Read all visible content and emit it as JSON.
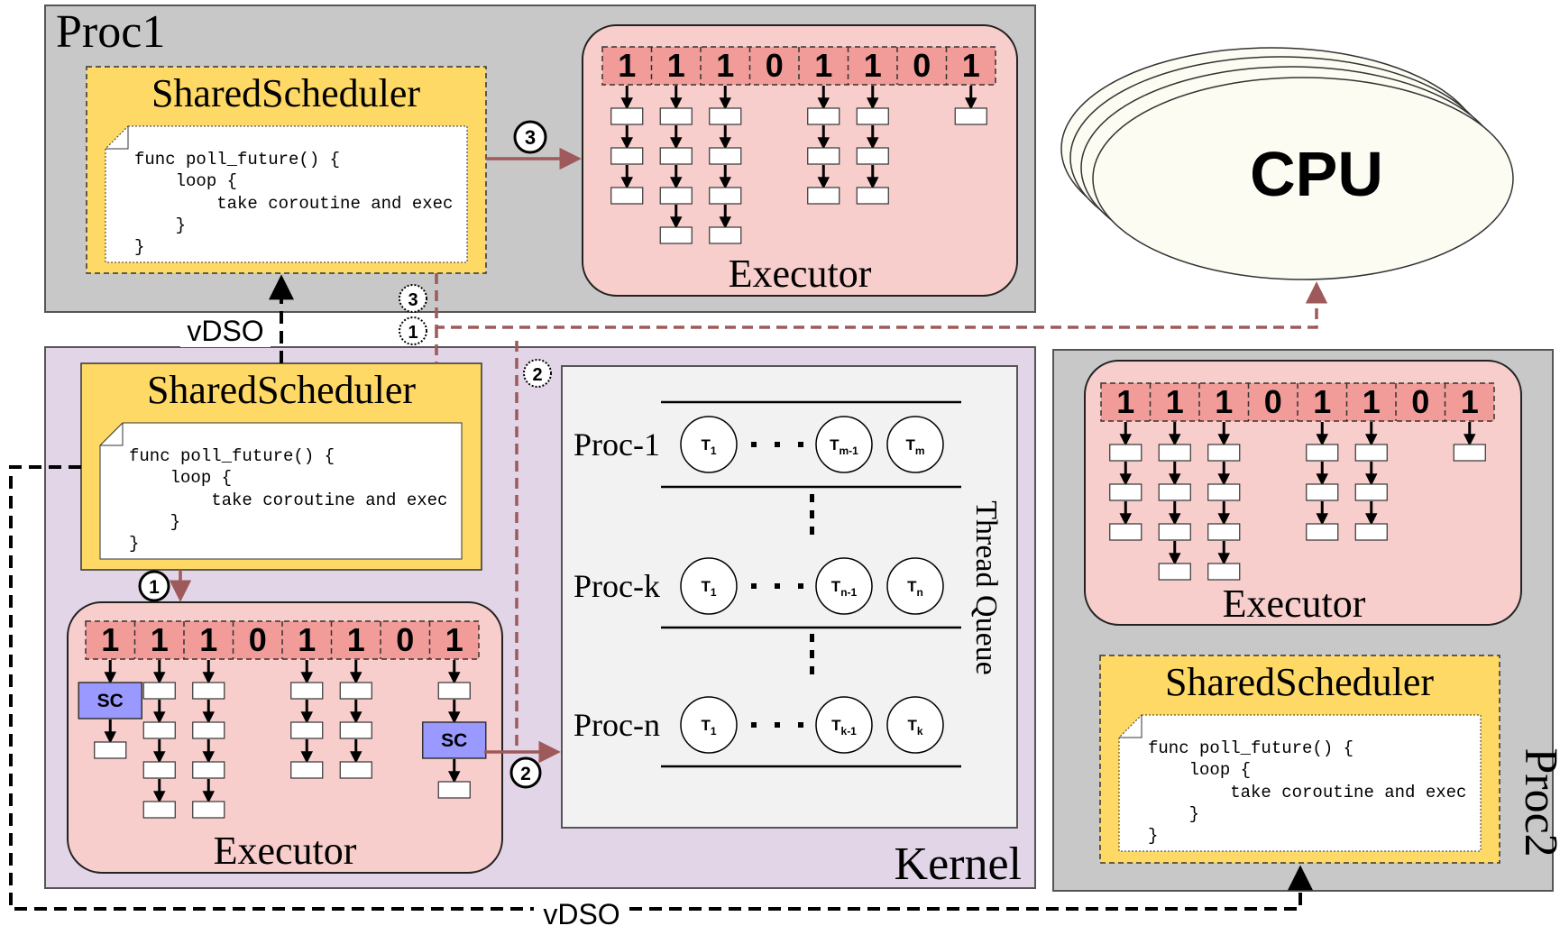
{
  "proc1": {
    "label": "Proc1"
  },
  "proc2": {
    "label": "Proc2"
  },
  "kernel": {
    "label": "Kernel"
  },
  "cpu": {
    "label": "CPU"
  },
  "scheduler": {
    "title": "SharedScheduler",
    "code": [
      "func poll_future() {",
      "    loop {",
      "        take coroutine and exec",
      "    }",
      "}"
    ]
  },
  "executor": {
    "label": "Executor",
    "bits": [
      "1",
      "1",
      "1",
      "0",
      "1",
      "1",
      "0",
      "1"
    ],
    "sc_label": "SC"
  },
  "vdso": {
    "label": "vDSO"
  },
  "steps": {
    "one": "1",
    "two": "2",
    "three": "3"
  },
  "thread_queue": {
    "label": "Thread Queue",
    "rows": [
      {
        "proc": "Proc-1",
        "threads": [
          {
            "base": "T",
            "sub": "1"
          },
          {
            "base": "T",
            "sub": "m-1"
          },
          {
            "base": "T",
            "sub": "m"
          }
        ]
      },
      {
        "proc": "Proc-k",
        "threads": [
          {
            "base": "T",
            "sub": "1"
          },
          {
            "base": "T",
            "sub": "n-1"
          },
          {
            "base": "T",
            "sub": "n"
          }
        ]
      },
      {
        "proc": "Proc-n",
        "threads": [
          {
            "base": "T",
            "sub": "1"
          },
          {
            "base": "T",
            "sub": "k-1"
          },
          {
            "base": "T",
            "sub": "k"
          }
        ]
      }
    ]
  },
  "colors": {
    "proc_bg": "#c8c8c8",
    "kernel_bg": "#e1d5e7",
    "scheduler_bg": "#ffd966",
    "executor_bg": "#f8cecc",
    "bit_bg": "#f19c99",
    "sc_bg": "#9999ff",
    "arrow_red": "#9e5a5a",
    "queue_bg": "#f2f2f2",
    "cpu_bg": "#fcfcf3"
  }
}
